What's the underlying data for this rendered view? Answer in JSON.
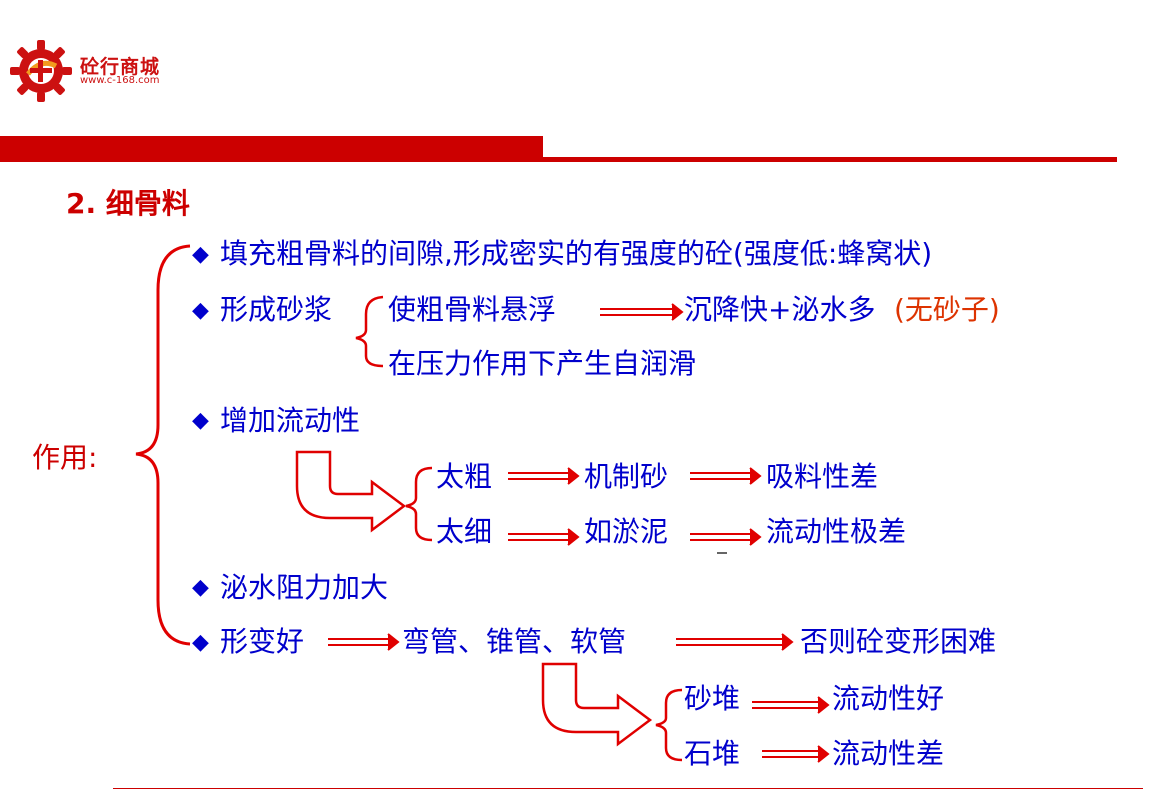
{
  "brand": {
    "name": "砼行商城",
    "url": "www.c-168.com"
  },
  "section_title": "2. 细骨料",
  "role_label": "作用:",
  "bullet_glyph": "◆",
  "items": {
    "fill_gaps": "填充粗骨料的间隙,形成密实的有强度的砼(强度低:蜂窝状)",
    "form_mortar": "形成砂浆",
    "suspend": "使粗骨料悬浮",
    "suspend_result": "沉降快+泌水多",
    "suspend_result_note": "(无砂子)",
    "lubricate": "在压力作用下产生自润滑",
    "fluidity": "增加流动性",
    "too_coarse": "太粗",
    "machine_sand": "机制砂",
    "poor_absorb": "吸料性差",
    "too_fine": "太细",
    "like_silt": "如淤泥",
    "very_poor_flow": "流动性极差",
    "bleed_resist": "泌水阻力加大",
    "deform": "形变好",
    "pipes": "弯管、锥管、软管",
    "otherwise": "否则砼变形困难",
    "sand_pile": "砂堆",
    "good_flow": "流动性好",
    "stone_pile": "石堆",
    "poor_flow": "流动性差"
  },
  "colors": {
    "red": "#cc0000",
    "blue": "#0000cc"
  }
}
